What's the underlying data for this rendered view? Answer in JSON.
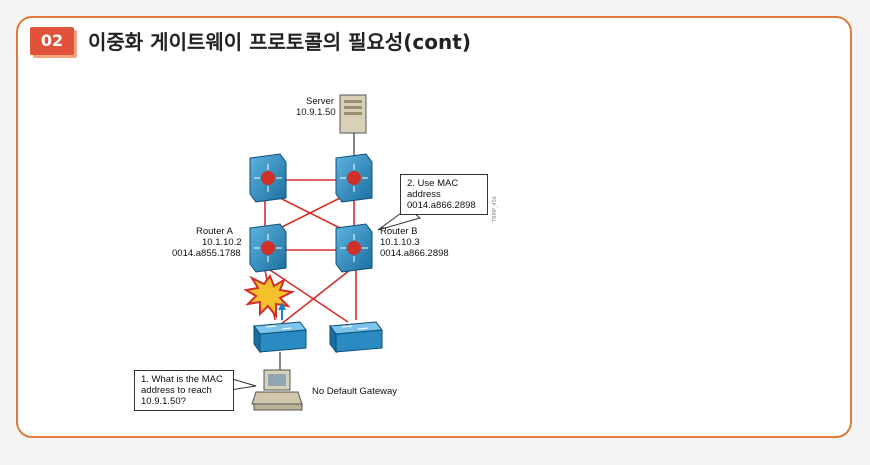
{
  "header": {
    "number": "02",
    "title": "이중화 게이트웨이 프로토콜의 필요성(cont)"
  },
  "diagram": {
    "server_label": "Server",
    "server_ip": "10.9.1.50",
    "router_a": {
      "name": "Router A",
      "ip": "10.1.10.2",
      "mac": "0014.a855.1788"
    },
    "router_b": {
      "name": "Router B",
      "ip": "10.1.10.3",
      "mac": "0014.a866.2898"
    },
    "callout_use_mac": {
      "line1": "2. Use MAC",
      "line2": "address",
      "line3": "0014.a866.2898"
    },
    "callout_question": {
      "line1": "1. What is the MAC",
      "line2": "address to reach",
      "line3": "10.9.1.50?"
    },
    "pc_label": "No Default Gateway",
    "code": "TBMP_456"
  },
  "colors": {
    "accent": "#e07a3a",
    "badge": "#e0533a",
    "switch": "#1f82b8",
    "link": "#d0302a"
  }
}
